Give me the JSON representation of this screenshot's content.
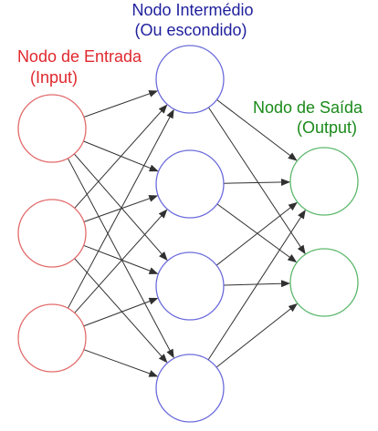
{
  "labels": {
    "input": {
      "line1": "Nodo de Entrada",
      "line2": "(Input)",
      "color": "#e0282d"
    },
    "hidden": {
      "line1": "Nodo Intermédio",
      "line2": "(Ou escondido)",
      "color": "#1f1f9e"
    },
    "output": {
      "line1": "Nodo de Saída",
      "line2": "(Output)",
      "color": "#1a8a1a"
    }
  },
  "colors": {
    "input_node": "#e26a6a",
    "hidden_node": "#6b6bdc",
    "output_node": "#5cb86c",
    "edge": "#303030"
  },
  "layers": [
    {
      "name": "input",
      "nodes": 3
    },
    {
      "name": "hidden",
      "nodes": 4
    },
    {
      "name": "output",
      "nodes": 2
    }
  ]
}
